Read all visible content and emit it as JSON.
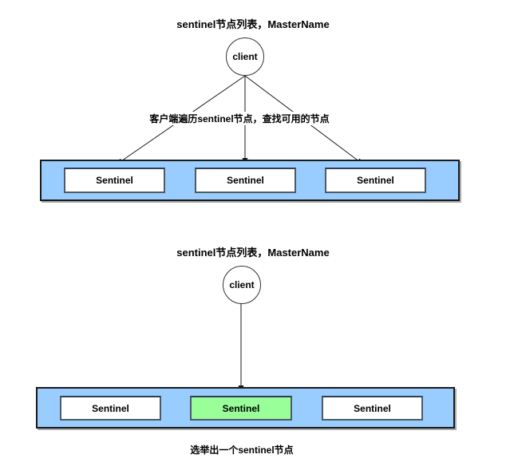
{
  "colors": {
    "container_fill": "#99ccff",
    "selected_node_fill": "#99ff99",
    "node_fill": "#ffffff",
    "node_border": "#4e5a66",
    "container_border": "#1a1a1a",
    "arrow_color": "#1a1a1a"
  },
  "diagram_top": {
    "title": "sentinel节点列表，MasterName",
    "client_label": "client",
    "annotation": "客户端遍历sentinel节点，查找可用的节点",
    "nodes": [
      {
        "label": "Sentinel",
        "selected": false
      },
      {
        "label": "Sentinel",
        "selected": false
      },
      {
        "label": "Sentinel",
        "selected": false
      }
    ]
  },
  "diagram_bottom": {
    "title": "sentinel节点列表，MasterName",
    "client_label": "client",
    "caption": "选举出一个sentinel节点",
    "nodes": [
      {
        "label": "Sentinel",
        "selected": false
      },
      {
        "label": "Sentinel",
        "selected": true
      },
      {
        "label": "Sentinel",
        "selected": false
      }
    ]
  }
}
